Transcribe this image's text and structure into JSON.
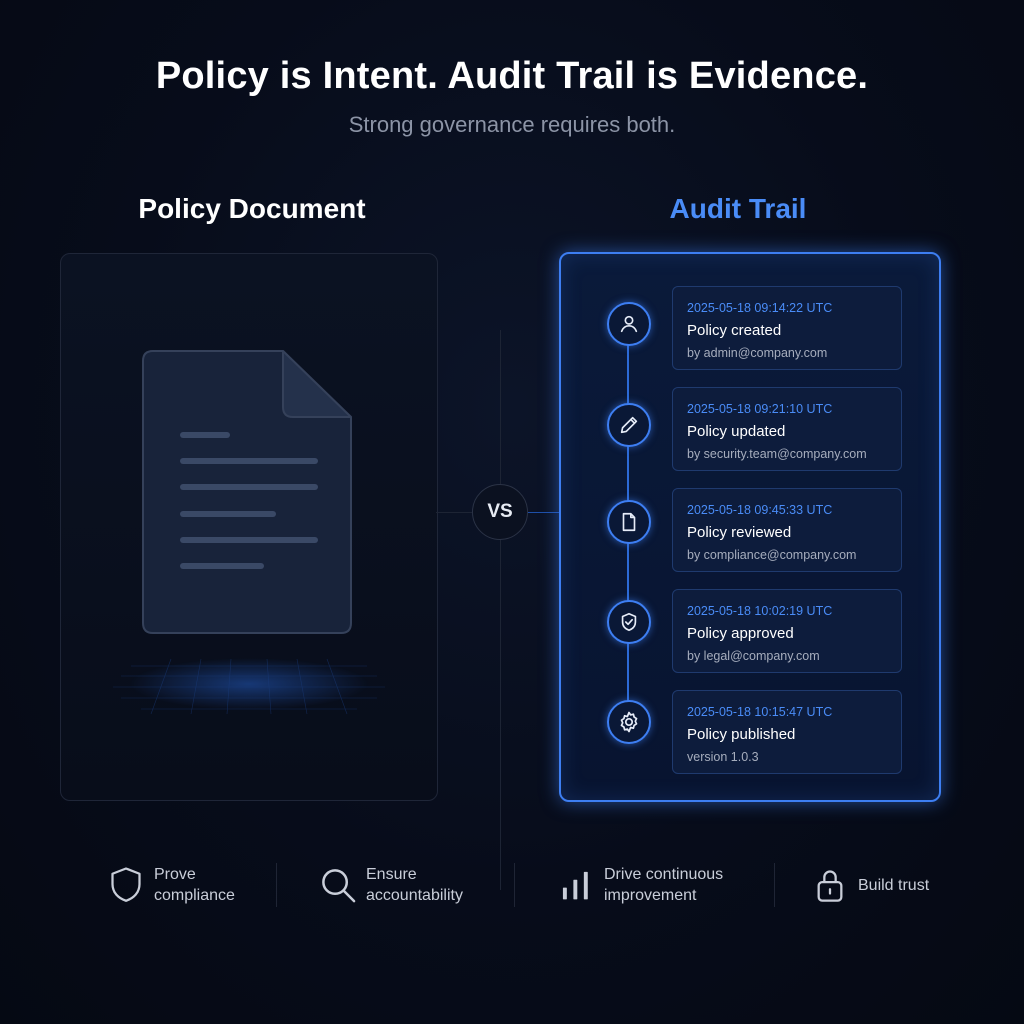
{
  "headline": "Policy is Intent. Audit Trail is Evidence.",
  "subheadline": "Strong governance requires both.",
  "left_column": {
    "title": "Policy Document",
    "icon": "document-icon"
  },
  "divider": {
    "label": "VS"
  },
  "right_column": {
    "title": "Audit Trail"
  },
  "timeline": [
    {
      "timestamp": "2025-05-18 09:14:22 UTC",
      "event": "Policy created",
      "detail": "by admin@company.com",
      "icon": "user-icon"
    },
    {
      "timestamp": "2025-05-18 09:21:10 UTC",
      "event": "Policy updated",
      "detail": "by security.team@company.com",
      "icon": "pencil-icon"
    },
    {
      "timestamp": "2025-05-18 09:45:33 UTC",
      "event": "Policy reviewed",
      "detail": "by compliance@company.com",
      "icon": "file-icon"
    },
    {
      "timestamp": "2025-05-18 10:02:19 UTC",
      "event": "Policy approved",
      "detail": "by legal@company.com",
      "icon": "shield-check-icon"
    },
    {
      "timestamp": "2025-05-18 10:15:47 UTC",
      "event": "Policy published",
      "detail": "version 1.0.3",
      "icon": "gear-icon"
    }
  ],
  "features": [
    {
      "line1": "Prove",
      "line2": "compliance",
      "icon": "shield-icon"
    },
    {
      "line1": "Ensure",
      "line2": "accountability",
      "icon": "magnifier-icon"
    },
    {
      "line1": "Drive continuous",
      "line2": "improvement",
      "icon": "bar-chart-icon"
    },
    {
      "line1": "Build trust",
      "line2": "",
      "icon": "lock-icon"
    }
  ],
  "colors": {
    "accent": "#3d7ef2",
    "accent_text": "#4a8cf7",
    "background": "#070c1a"
  }
}
